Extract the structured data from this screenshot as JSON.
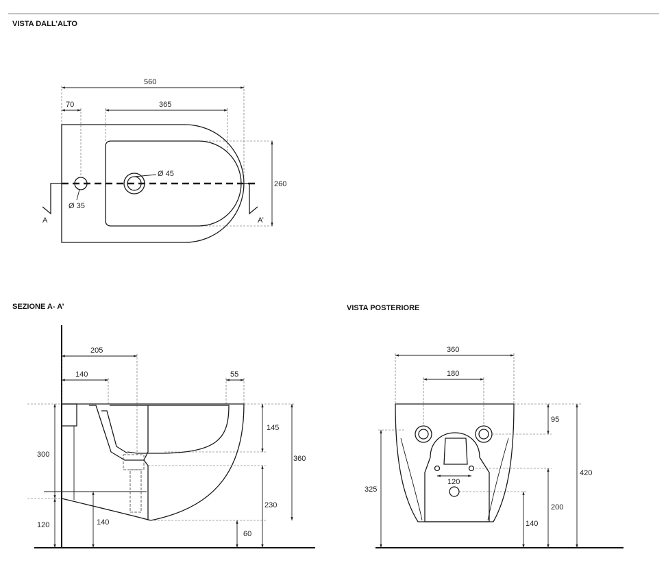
{
  "views": {
    "top": {
      "title": "VISTA DALL’ALTO",
      "dims": {
        "width": "560",
        "tap_offset": "70",
        "bowl_length": "365",
        "depth": "260",
        "drain_diameter": "Ø 45",
        "tap_diameter": "Ø 35"
      },
      "section_labels": {
        "left": "A",
        "right": "A’"
      }
    },
    "section": {
      "title": "SEZIONE A- A’",
      "dims": {
        "d205": "205",
        "d140_top": "140",
        "d55": "55",
        "d145": "145",
        "d360": "360",
        "d300": "300",
        "d230": "230",
        "d120": "120",
        "d140_bottom": "140",
        "d60": "60"
      }
    },
    "rear": {
      "title": "VISTA POSTERIORE",
      "dims": {
        "width": "360",
        "bolt_spacing": "180",
        "d95": "95",
        "d420": "420",
        "d325": "325",
        "inlet_spacing": "120",
        "d200": "200",
        "d140": "140"
      }
    }
  }
}
